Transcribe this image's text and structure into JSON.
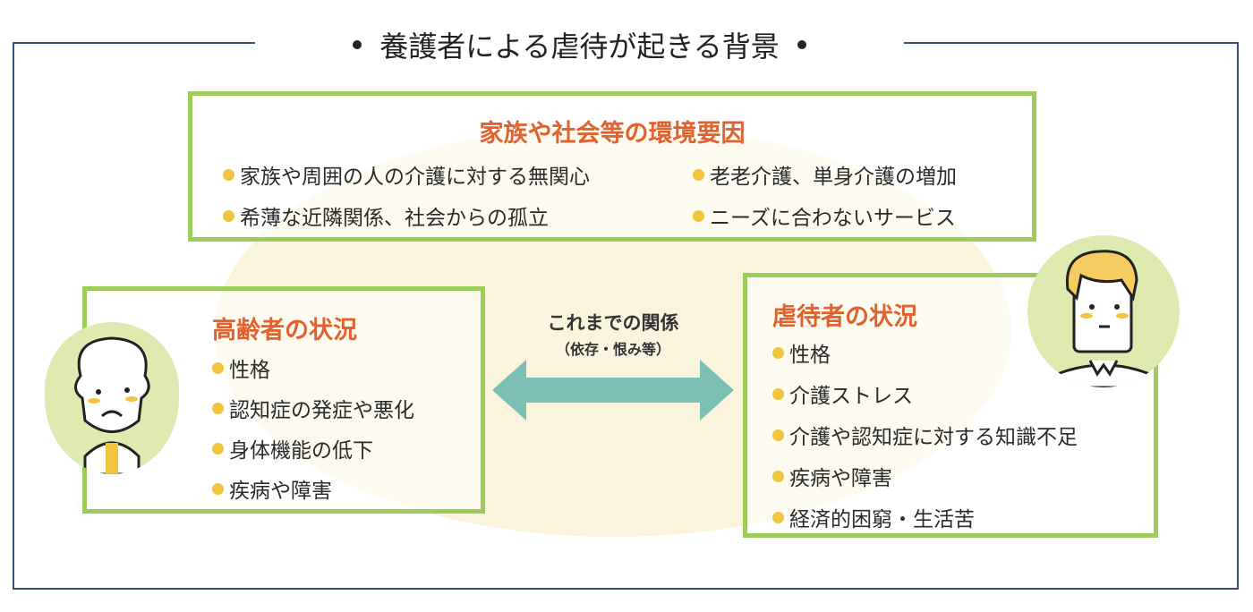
{
  "title": "養護者による虐待が起きる背景",
  "environment": {
    "title": "家族や社会等の環境要因",
    "items": [
      "家族や周囲の人の介護に対する無関心",
      "老老介護、単身介護の増加",
      "希薄な近隣関係、社会からの孤立",
      "ニーズに合わないサービス"
    ]
  },
  "elderly": {
    "title": "高齢者の状況",
    "items": [
      "性格",
      "認知症の発症や悪化",
      "身体機能の低下",
      "疾病や障害"
    ]
  },
  "abuser": {
    "title": "虐待者の状況",
    "items": [
      "性格",
      "介護ストレス",
      "介護や認知症に対する知識不足",
      "疾病や障害",
      "経済的困窮・生活苦"
    ]
  },
  "relationship": {
    "label": "これまでの関係",
    "sub": "（依存・恨み等）"
  },
  "colors": {
    "frame": "#3a4a7a",
    "box_border": "#9ccc5a",
    "heading": "#e0622f",
    "bullet": "#f0c43c",
    "arrow": "#7bbfb5",
    "ellipse": "#fbf4dc"
  }
}
